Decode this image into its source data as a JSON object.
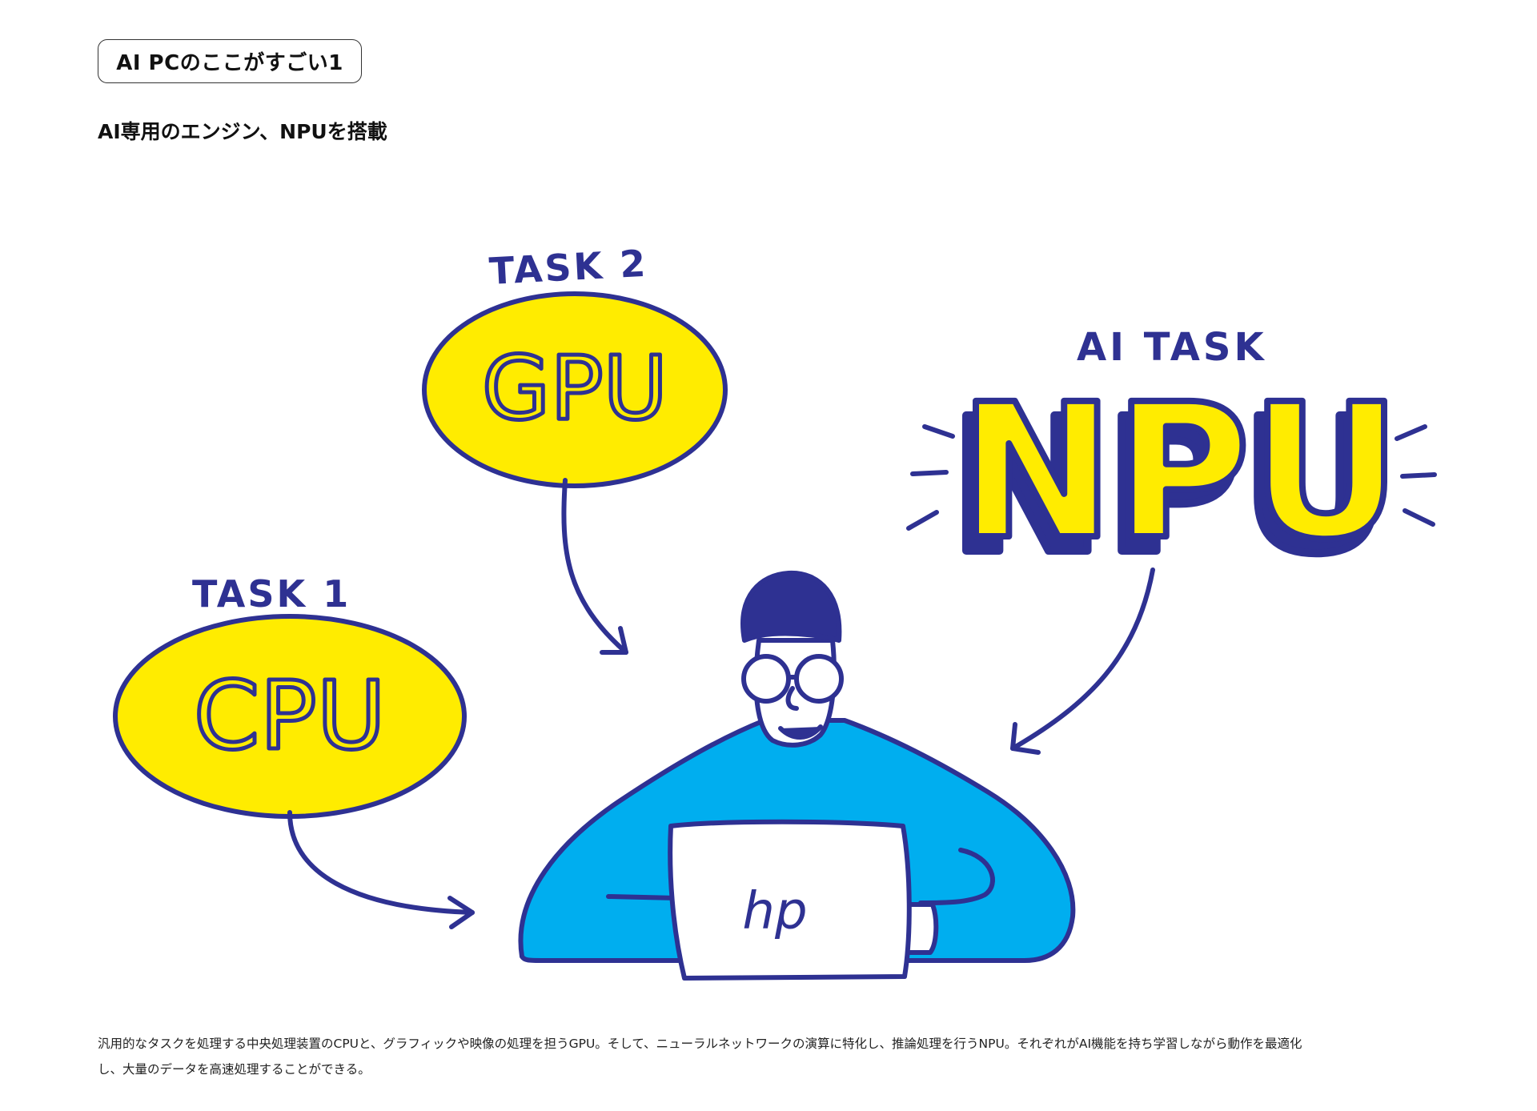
{
  "header": {
    "badge_label": "AI PCのここがすごい1",
    "title": "AI専用のエンジン、NPUを搭載"
  },
  "diagram": {
    "task1_label": "TASK 1",
    "cpu_label": "CPU",
    "task2_label": "TASK 2",
    "gpu_label": "GPU",
    "ai_task_label": "AI TASK",
    "npu_label": "NPU",
    "laptop_logo": "hp"
  },
  "caption": {
    "line1": "汎用的なタスクを処理する中央処理装置のCPUと、グラフィックや映像の処理を担うGPU。そして、ニューラルネットワークの演算に特化し、推論処理を行うNPU。それぞれがAI機能を持ち学習しながら動作を最適化",
    "line2": "し、大量のデータを高速処理することができる。"
  },
  "colors": {
    "navy": "#2E3192",
    "yellow": "#FFEC00",
    "blue": "#00AEEF"
  }
}
